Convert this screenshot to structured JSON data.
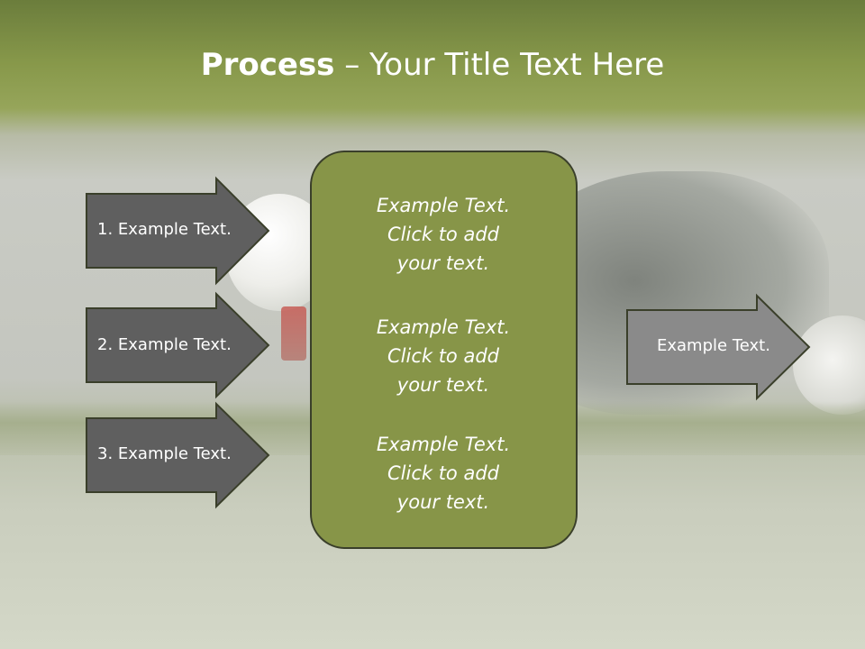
{
  "title": {
    "bold": "Process",
    "rest": " – Your Title Text Here"
  },
  "inputs": [
    {
      "label": "1. Example Text."
    },
    {
      "label": "2. Example Text."
    },
    {
      "label": "3. Example Text."
    }
  ],
  "center_box": {
    "blocks": [
      {
        "line1": "Example Text.",
        "line2": "Click  to add",
        "line3": "your text."
      },
      {
        "line1": "Example Text.",
        "line2": "Click  to add",
        "line3": "your text."
      },
      {
        "line1": "Example Text.",
        "line2": "Click  to add",
        "line3": "your text."
      }
    ]
  },
  "output": {
    "label": "Example Text."
  },
  "colors": {
    "input_arrow_fill": "#5f5f5f",
    "output_arrow_fill": "#8a8a8a",
    "center_box_fill": "#879548",
    "outline": "#3a3f2a"
  }
}
